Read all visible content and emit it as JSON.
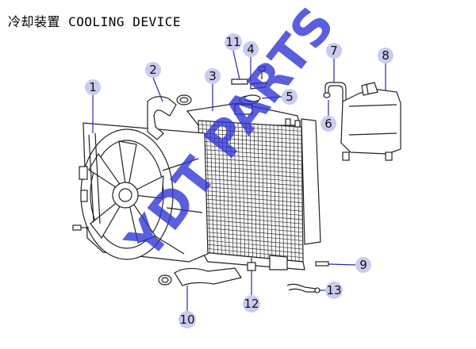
{
  "header": {
    "title": "冷却装置 COOLING DEVICE"
  },
  "watermark": {
    "text": "YDT PARTS",
    "color": "#2d33d6"
  },
  "colors": {
    "callout_fill": "#c9ccef",
    "leader": "#2a2aa8",
    "line_art": "#222222"
  },
  "callouts": [
    "1",
    "2",
    "3",
    "4",
    "5",
    "6",
    "7",
    "8",
    "9",
    "10",
    "11",
    "12",
    "13"
  ]
}
